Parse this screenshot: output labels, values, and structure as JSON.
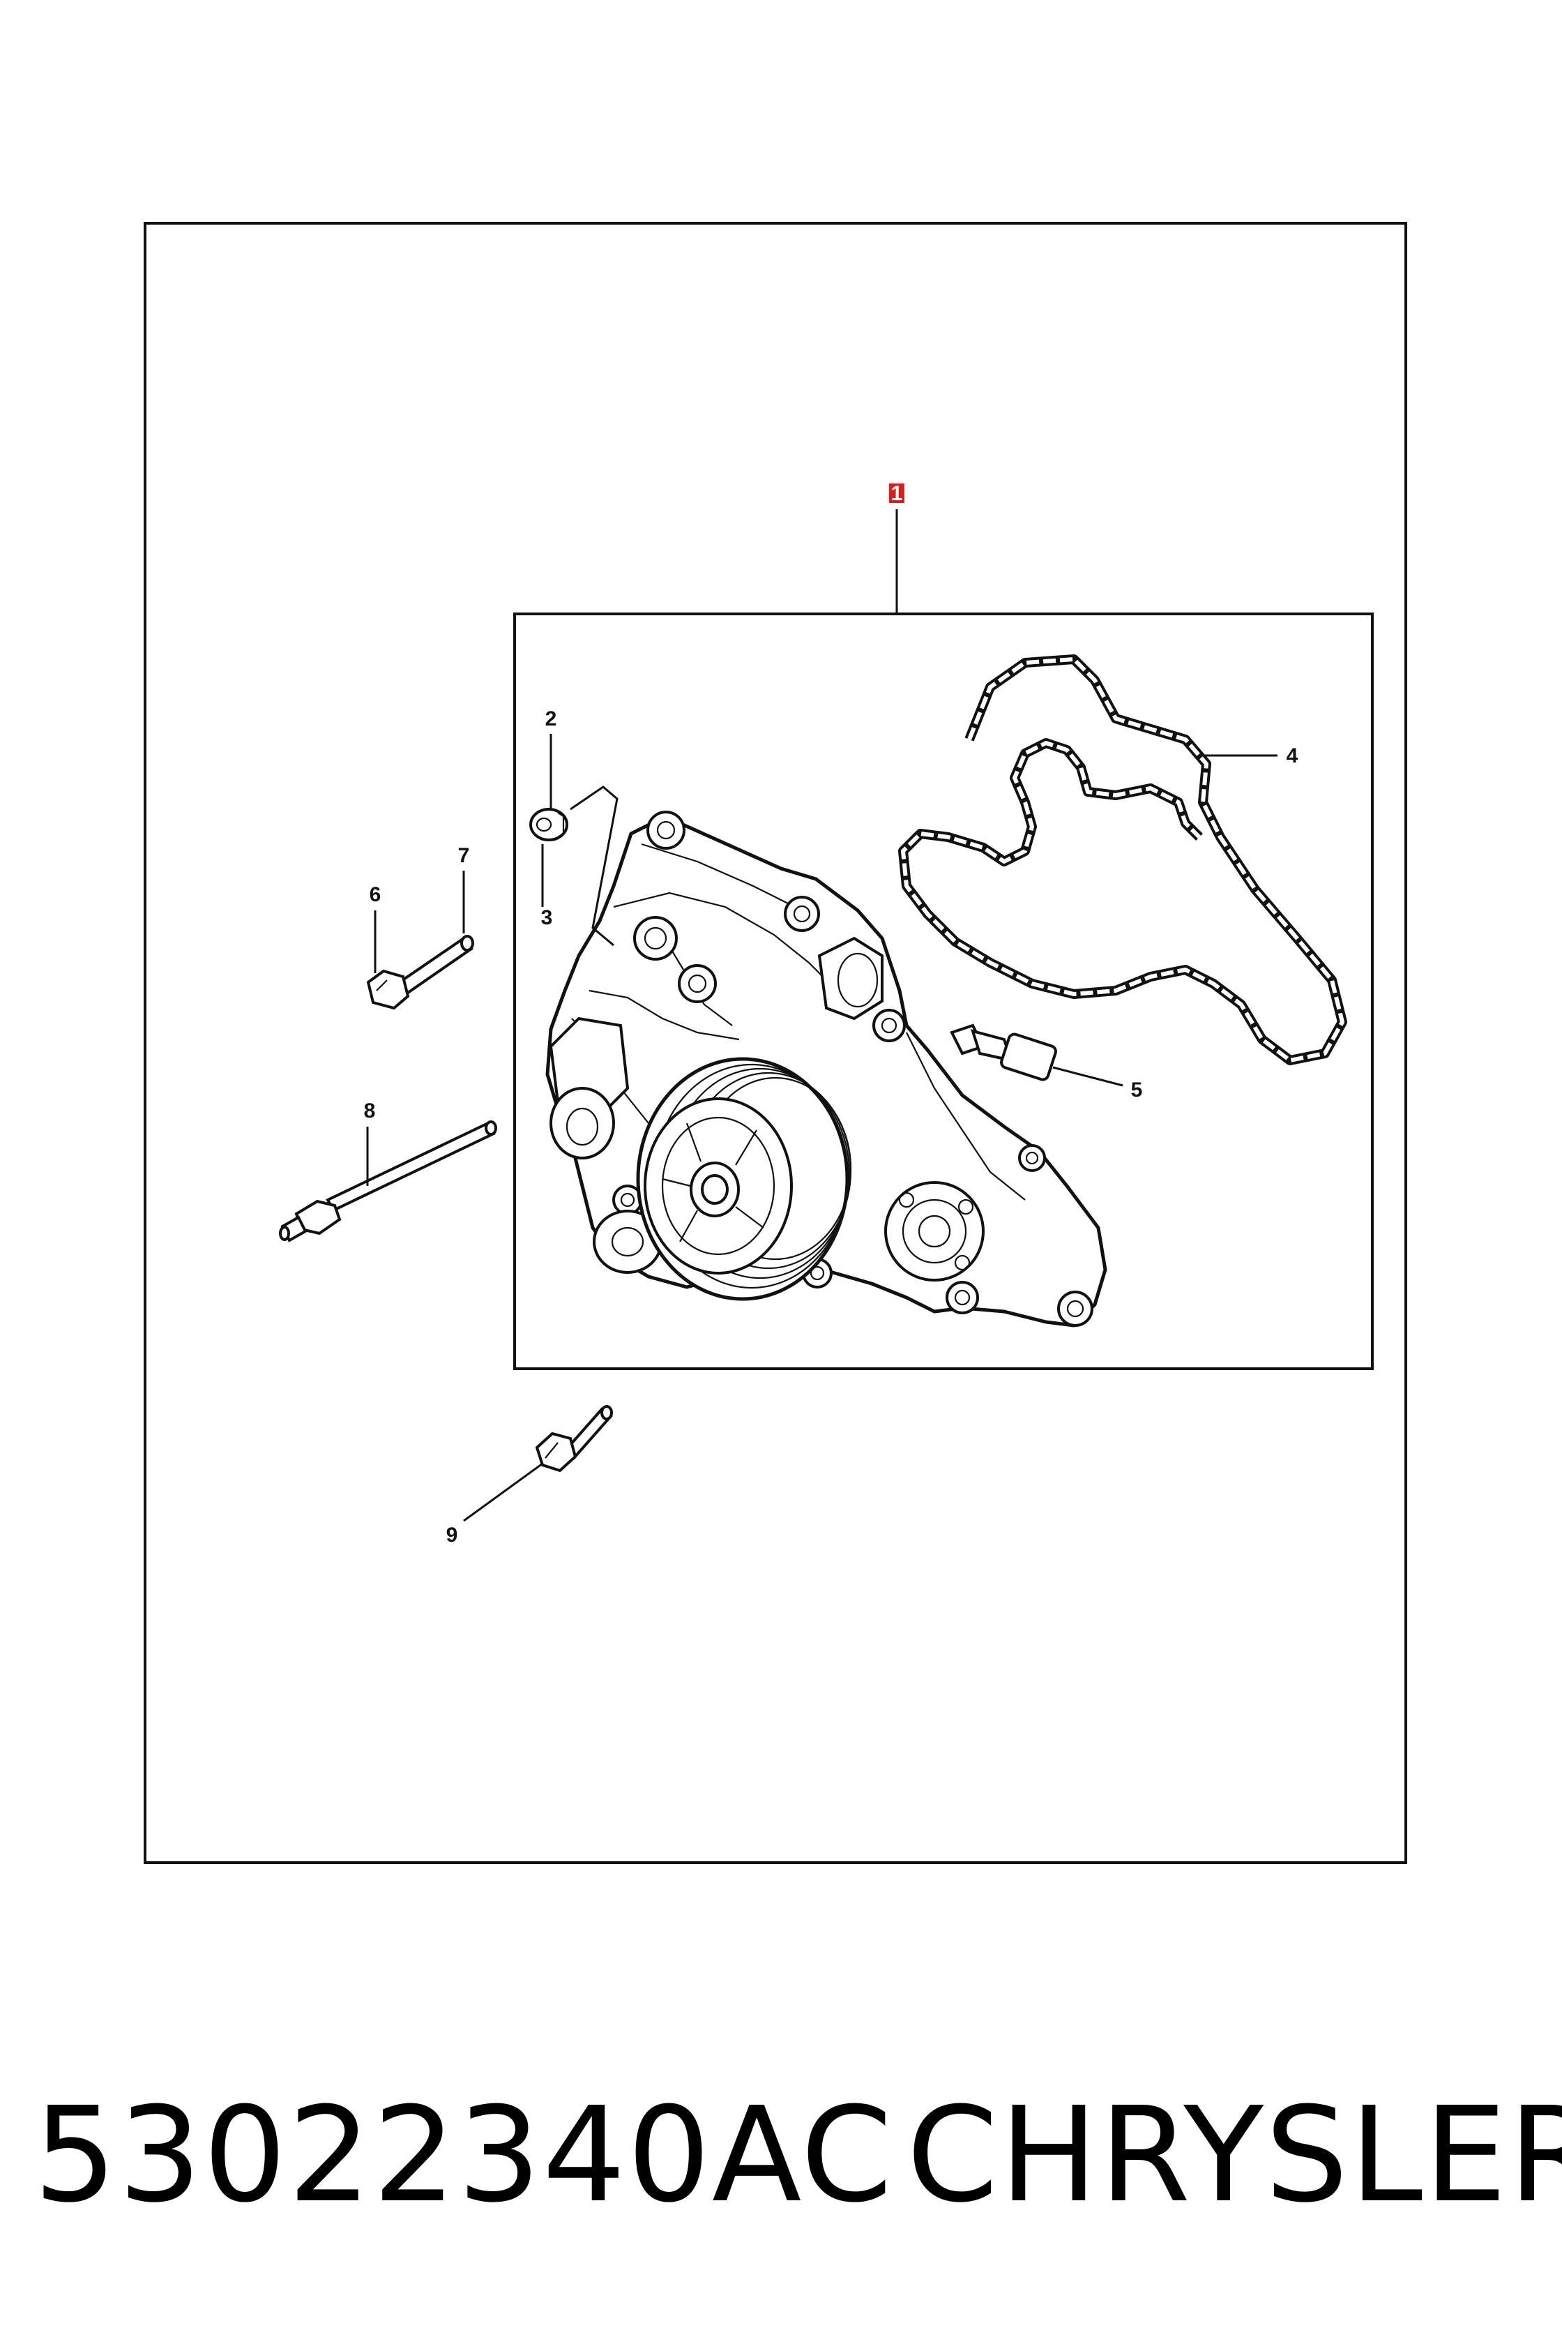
{
  "diagram": {
    "callouts": [
      {
        "id": "1",
        "label": "1",
        "highlight": true
      },
      {
        "id": "2",
        "label": "2"
      },
      {
        "id": "3",
        "label": "3"
      },
      {
        "id": "4",
        "label": "4"
      },
      {
        "id": "5",
        "label": "5"
      },
      {
        "id": "6",
        "label": "6"
      },
      {
        "id": "7",
        "label": "7"
      },
      {
        "id": "8",
        "label": "8"
      },
      {
        "id": "9",
        "label": "9"
      }
    ],
    "colors": {
      "line": "#111111",
      "highlight": "#d62020",
      "background": "#ffffff"
    }
  },
  "footer": {
    "part_number": "53022340AC",
    "brand": "CHRYSLER"
  }
}
